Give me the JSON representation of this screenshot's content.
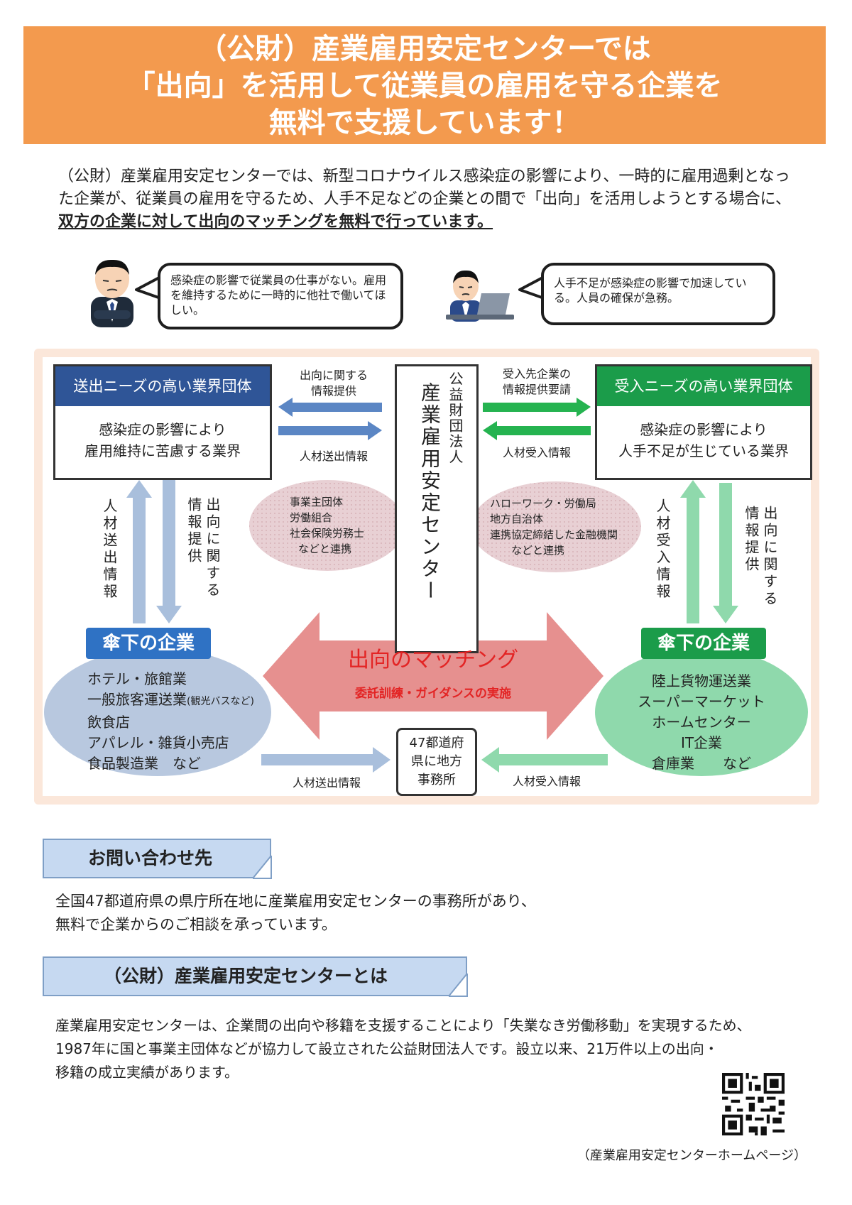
{
  "banner": {
    "line1": "（公財）産業雇用安定センターでは",
    "line2": "「出向」を活用して従業員の雇用を守る企業を",
    "line3": "無料で支援しています！"
  },
  "intro": {
    "text_a": "（公財）産業雇用安定センターでは、新型コロナウイルス感染症の影響により、一時的に雇用過剰となった企業が、従業員の雇用を守るため、人手不足などの企業との間で「出向」を活用しようとする場合に、",
    "text_b": "双方の企業に対して出向のマッチングを無料で行っています。"
  },
  "bubbles": {
    "left": "感染症の影響で従業員の仕事がない。雇用を維持するために一時的に他社で働いてほしい。",
    "right": "人手不足が感染症の影響で加速している。人員の確保が急務。"
  },
  "diagram": {
    "left_box": {
      "head": "送出ニーズの高い業界団体",
      "body1": "感染症の影響により",
      "body2": "雇用維持に苦慮する業界"
    },
    "right_box": {
      "head": "受入ニーズの高い業界団体",
      "body1": "感染症の影響により",
      "body2": "人手不足が生じている業界"
    },
    "center_col1": "公益財団法人",
    "center_col2": "産業雇用安定センター",
    "left_top_label_1": "出向に関する",
    "left_top_label_2": "情報提供",
    "left_mid_label": "人材送出情報",
    "right_top_label_1": "受入先企業の",
    "right_top_label_2": "情報提供要請",
    "right_mid_label": "人材受入情報",
    "left_vert_1": "人材送出情報",
    "left_vert_2": "出向に関する情報提供",
    "right_vert_1": "人材受入情報",
    "right_vert_2": "出向に関する情報提供",
    "left_ellipse": [
      "事業主団体",
      "労働組合",
      "社会保険労務士",
      "などと連携"
    ],
    "right_ellipse": [
      "ハローワーク・労働局",
      "地方自治体",
      "連携協定締結した金融機関",
      "などと連携"
    ],
    "left_tag": "傘下の企業",
    "right_tag": "傘下の企業",
    "left_oval": [
      "ホテル・旅館業",
      "一般旅客運送業",
      "飲食店",
      "アパレル・雑貨小売店",
      "食品製造業　など"
    ],
    "left_oval_note": "(観光バスなど)",
    "right_oval": [
      "陸上貨物運送業",
      "スーパーマーケット",
      "ホームセンター",
      "IT企業",
      "倉庫業　　など"
    ],
    "matching_title": "出向のマッチング",
    "matching_sub": "委託訓練・ガイダンスの実施",
    "office": [
      "47都道府",
      "県に地方",
      "事務所"
    ],
    "bottom_left_label": "人材送出情報",
    "bottom_right_label": "人材受入情報",
    "colors": {
      "blue_head": "#2f5597",
      "green_head": "#1b9c4a",
      "arrow_blue": "#a9bfdc",
      "arrow_green": "#8fd9ac",
      "big_arrow": "#e6908f",
      "matching_red": "#e32424"
    }
  },
  "contact": {
    "heading": "お問い合わせ先",
    "line1": "全国47都道府県の県庁所在地に産業雇用安定センターの事務所があり、",
    "line2": "無料で企業からのご相談を承っています。"
  },
  "about": {
    "heading": "（公財）産業雇用安定センターとは",
    "line1": "産業雇用安定センターは、企業間の出向や移籍を支援することにより「失業なき労働移動」を実現するため、",
    "line2": "1987年に国と事業主団体などが協力して設立された公益財団法人です。設立以来、21万件以上の出向・",
    "line3": "移籍の成立実績があります。"
  },
  "qr_caption": "（産業雇用安定センターホームページ）"
}
